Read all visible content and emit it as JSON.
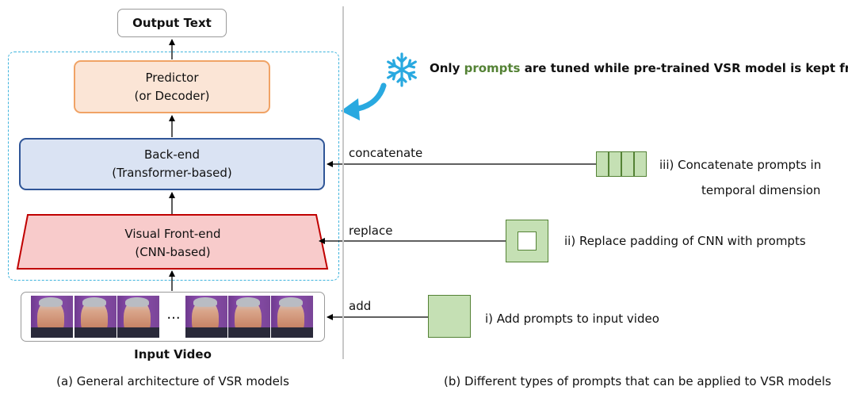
{
  "left": {
    "output": "Output Text",
    "predictor": {
      "line1": "Predictor",
      "line2": "(or Decoder)"
    },
    "backend": {
      "line1": "Back-end",
      "line2": "(Transformer-based)"
    },
    "frontend": {
      "line1": "Visual Front-end",
      "line2": "(CNN-based)"
    },
    "ellipsis": "...",
    "input_label": "Input Video",
    "caption": "(a) General architecture of VSR models"
  },
  "right": {
    "frozen_note": {
      "prefix": "Only ",
      "highlight": "prompts",
      "suffix": " are tuned while pre-trained VSR model is kept frozen"
    },
    "concatenate_label": "concatenate",
    "replace_label": "replace",
    "add_label": "add",
    "step3_line1": "iii) Concatenate prompts in",
    "step3_line2": "temporal dimension",
    "step2": "ii) Replace padding of CNN with prompts",
    "step1": "i) Add prompts to input video",
    "caption": "(b) Different types of prompts that can be applied to VSR models"
  },
  "colors": {
    "dashed_border": "#3fb4dd",
    "predictor_fill": "#fbe5d6",
    "predictor_border": "#f0a366",
    "backend_fill": "#dae3f3",
    "backend_border": "#2f5597",
    "frontend_fill": "#f8cbcb",
    "frontend_border": "#c00000",
    "prompt_fill": "#c5e0b4",
    "prompt_border": "#548235",
    "highlight_text": "#548235",
    "snowflake": "#29a9e0"
  },
  "icons": [
    "snowflake-icon",
    "curved-arrow-icon"
  ]
}
